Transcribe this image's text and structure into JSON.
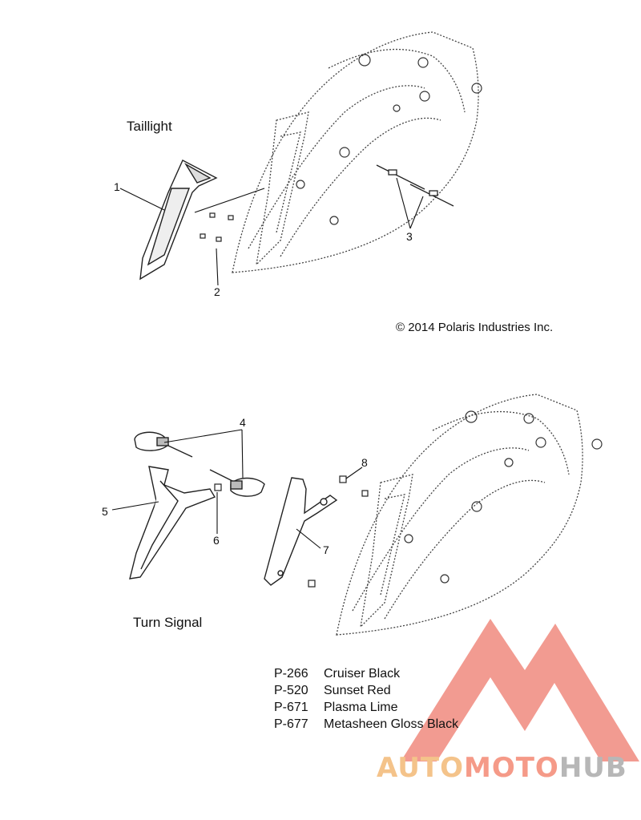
{
  "sections": {
    "taillight": "Taillight",
    "turn_signal": "Turn Signal"
  },
  "callouts": [
    "1",
    "2",
    "3",
    "4",
    "5",
    "6",
    "7",
    "8"
  ],
  "copyright": "© 2014 Polaris Industries Inc.",
  "legend": [
    {
      "code": "P-266",
      "name": "Cruiser Black"
    },
    {
      "code": "P-520",
      "name": "Sunset Red"
    },
    {
      "code": "P-671",
      "name": "Plasma Lime"
    },
    {
      "code": "P-677",
      "name": "Metasheen Gloss Black"
    }
  ],
  "watermark": {
    "part1": "AUTO",
    "part2": "MOTO",
    "part3": "HUB",
    "colors": {
      "triangle": "#f08a7e",
      "auto": "#f4c38a",
      "moto": "#f59a88",
      "hub": "#b7b7b7"
    }
  }
}
